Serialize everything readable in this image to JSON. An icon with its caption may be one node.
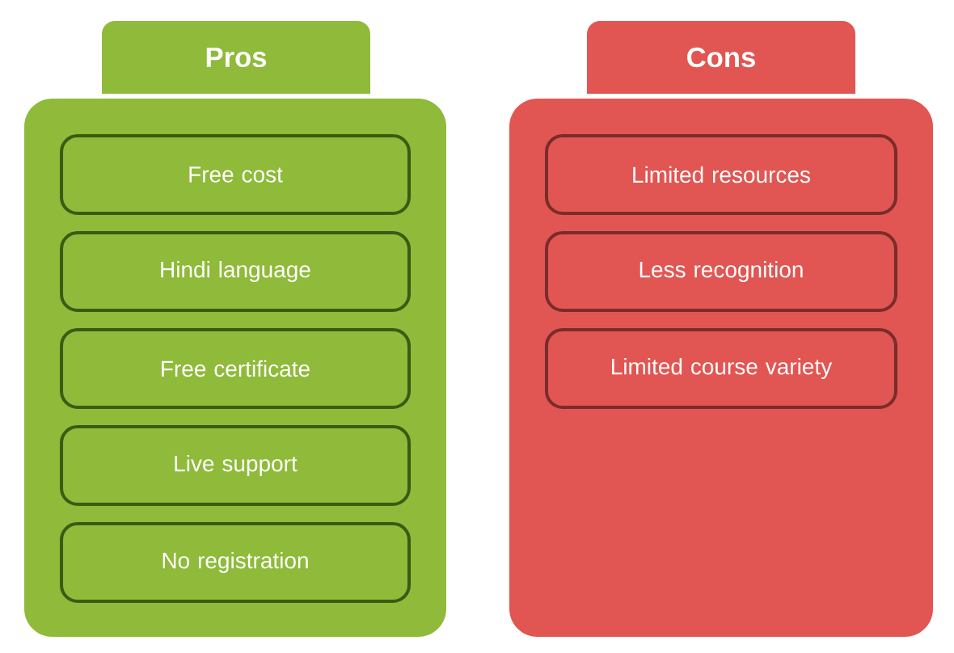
{
  "diagram": {
    "nodes": [
      {
        "text": [
          "Pros"
        ]
      },
      {
        "text": [],
        "shape": "box"
      },
      {
        "text": [
          "Free cost"
        ],
        "in": 1
      },
      {
        "text": [
          "Hindi language"
        ],
        "in": 1
      },
      {
        "text": [
          "Free certificate"
        ],
        "in": 1
      },
      {
        "text": [
          "Live support"
        ],
        "in": 1
      },
      {
        "text": [
          "No registration"
        ],
        "in": 1
      },
      {
        "text": [
          "Cons"
        ]
      },
      {
        "text": [],
        "shape": "box"
      },
      {
        "text": [
          "Limited resources"
        ],
        "in": 8
      },
      {
        "text": [
          "Less recognition"
        ],
        "in": 8
      },
      {
        "text": [
          "Limited course variety"
        ],
        "in": 8
      }
    ]
  }
}
